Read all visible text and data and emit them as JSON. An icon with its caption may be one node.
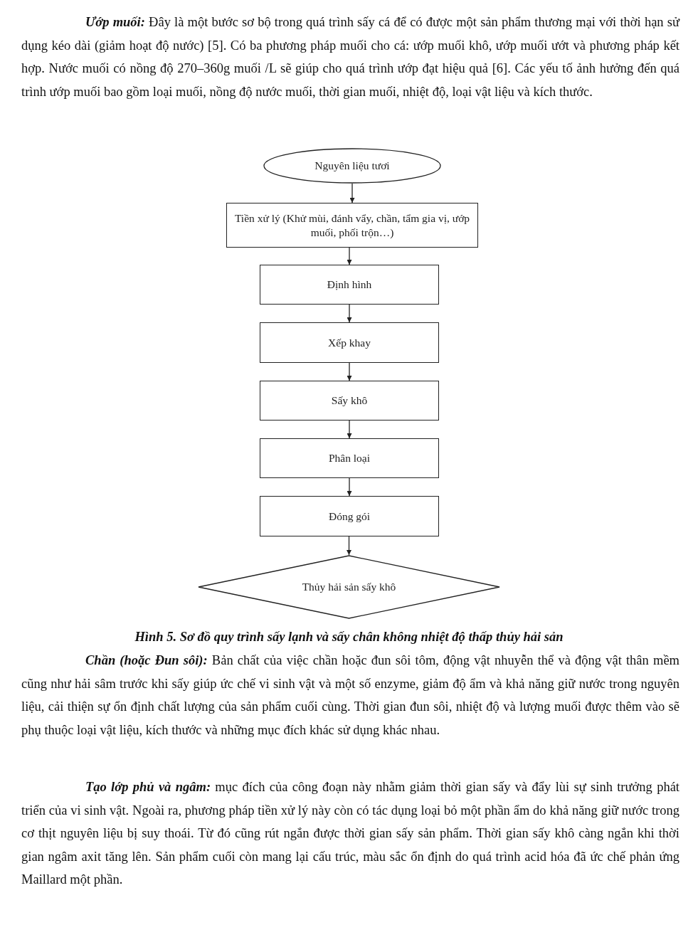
{
  "diagram": {
    "caption": "Hình 5. Sơ đồ quy trình sấy lạnh và sấy chân không nhiệt độ thấp thủy hải sản",
    "nodes": [
      {
        "text": [
          "Nguyên liệu tươi"
        ]
      },
      {
        "text": [
          "Tiền xử lý (Khử mùi, đánh vẩy, chần, tẩm gia vị, ướp muối, phối trộn…)"
        ]
      },
      {
        "text": [
          "Định hình"
        ]
      },
      {
        "text": [
          "Xếp khay"
        ]
      },
      {
        "text": [
          "Sấy khô"
        ]
      },
      {
        "text": [
          "Phân loại"
        ]
      },
      {
        "text": [
          "Đóng gói"
        ]
      },
      {
        "text": [
          "Thủy hải sản sấy khô"
        ]
      }
    ],
    "edges": [
      {
        "from": 0,
        "to": 1,
        "arrow": "to"
      },
      {
        "from": 1,
        "to": 2,
        "arrow": "to"
      },
      {
        "from": 2,
        "to": 3,
        "arrow": "to"
      },
      {
        "from": 3,
        "to": 4,
        "arrow": "to"
      },
      {
        "from": 4,
        "to": 5,
        "arrow": "to"
      },
      {
        "from": 5,
        "to": 6,
        "arrow": "to"
      },
      {
        "from": 6,
        "to": 7,
        "arrow": "to"
      }
    ],
    "labels": [
      "**Ướp muối:** Đây là một bước sơ bộ trong quá trình sấy cá để có được một sản phẩm thương mại với thời hạn sử dụng kéo dài (giảm hoạt độ nước) [5]. Có ba phương pháp muối cho cá:  ướp muối khô, ướp muối ướt và phương pháp kết hợp. Nước muối có nồng độ 270–360g muối /L sẽ giúp cho quá trình ướp đạt hiệu quả [6]. Các yếu tố ảnh hưởng đến quá trình ướp muối bao gồm loại muối, nồng độ nước muối, thời gian muối, nhiệt độ, loại vật liệu và kích thước.",
      "**Chần (hoặc Đun sôi):** Bản chất của việc chần hoặc đun sôi tôm, động vật nhuyễn thể và động vật thân mềm cũng như hải sâm trước khi sấy giúp ức chế vi sinh vật và một số enzyme, giảm độ ẩm và khả năng giữ nước trong nguyên liệu, cải thiện sự ổn định chất lượng của sản phẩm cuối cùng. Thời gian đun sôi, nhiệt độ và lượng muối được thêm vào sẽ phụ thuộc loại vật liệu, kích thước và những mục đích khác sử dụng khác nhau.",
      "**Tạo lớp phủ và ngâm:** mục đích của công đoạn này nhằm giảm thời gian sấy và đẩy lùi sự sinh trưởng phát triển của vi sinh vật. Ngoài ra, phương pháp tiền xử lý này còn có tác dụng loại bỏ một phần ẩm do khả năng giữ nước trong cơ thịt nguyên liệu bị suy thoái. Từ đó cũng rút ngắn được thời gian sấy sản phẩm. Thời gian sấy khô càng ngắn khi thời gian ngâm axit tăng lên. Sản phẩm cuối còn mang lại cấu trúc, màu sắc ổn định do quá trình acid hóa đã ức chế phản ứng Maillard một phần."
    ]
  }
}
